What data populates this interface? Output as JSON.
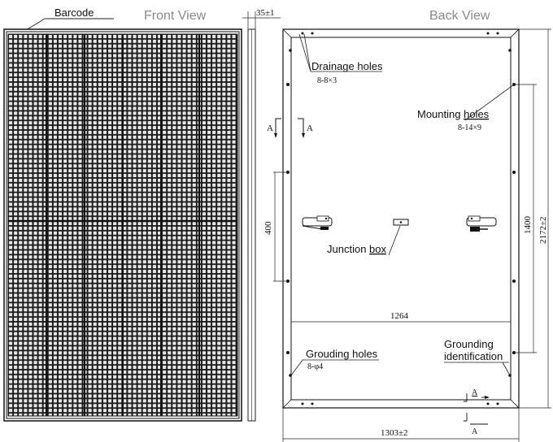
{
  "front_view": {
    "title": "Front View",
    "barcode_label": "Barcode"
  },
  "side_view": {
    "thickness_label": "35±1"
  },
  "back_view": {
    "title": "Back View",
    "drainage_holes": {
      "label": "Drainage holes",
      "spec": "8-8×3"
    },
    "mounting_holes": {
      "label_prefix": "Mounting ",
      "label_underlined": "holes",
      "spec": "8-14×9"
    },
    "section_marker": "A",
    "dim_400": "400",
    "dim_1400": "1400",
    "dim_2172": "2172±2",
    "junction_box": {
      "label_prefix": "Junction ",
      "label_underlined": "box"
    },
    "dim_1264": "1264",
    "grounding_holes": {
      "label": "Grouding holes",
      "spec": "8-φ4"
    },
    "grounding_identification": {
      "line1": "Grounding",
      "line2": "identification"
    },
    "dim_1303": "1303±2"
  },
  "colors": {
    "line": "#222222",
    "cell": "#1a1a1a",
    "grid": "#e8e8e8",
    "title_gray": "#8a8a8a"
  }
}
